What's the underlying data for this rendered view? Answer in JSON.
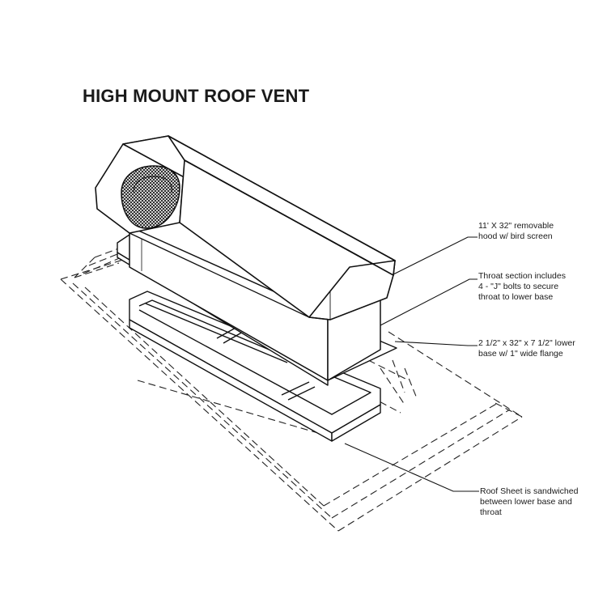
{
  "title": "HIGH MOUNT ROOF VENT",
  "callouts": [
    {
      "id": "hood",
      "lines": [
        "11' X 32\" removable",
        "hood w/ bird screen"
      ]
    },
    {
      "id": "throat",
      "lines": [
        "Throat section includes",
        "4 - \"J\" bolts to secure",
        "throat to lower base"
      ]
    },
    {
      "id": "lower-base",
      "lines": [
        "2 1/2\" x 32\" x 7 1/2\" lower",
        "base w/ 1\" wide flange"
      ]
    },
    {
      "id": "roof-sheet",
      "lines": [
        "Roof Sheet is sandwiched",
        "between lower base and",
        "throat"
      ]
    }
  ]
}
